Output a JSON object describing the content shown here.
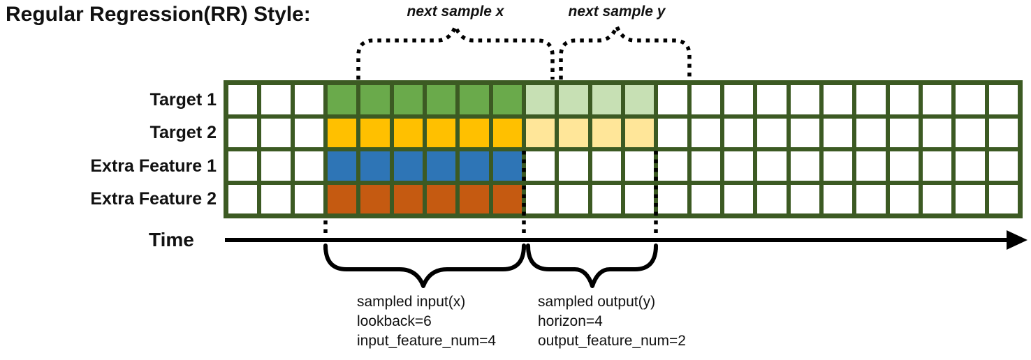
{
  "title": "Regular Regression(RR) Style:",
  "colors": {
    "grid_border": "#3c5a23",
    "empty": "#ffffff",
    "target1_input": "#6aaa4b",
    "target1_output": "#c7e0b4",
    "target2_input": "#ffc000",
    "target2_output": "#ffe699",
    "extra1_input": "#2e75b6",
    "extra2_input": "#c55a11"
  },
  "grid": {
    "columns": 24,
    "input_start_col": 4,
    "input_cols": 6,
    "output_cols": 4,
    "rows": [
      {
        "label": "Target 1",
        "input_color_key": "target1_input",
        "output_color_key": "target1_output"
      },
      {
        "label": "Target 2",
        "input_color_key": "target2_input",
        "output_color_key": "target2_output"
      },
      {
        "label": "Extra Feature 1",
        "input_color_key": "extra1_input",
        "output_color_key": null
      },
      {
        "label": "Extra Feature 2",
        "input_color_key": "extra2_input",
        "output_color_key": null
      }
    ]
  },
  "annotations": {
    "next_sample_x": "next sample x",
    "next_sample_y": "next sample y",
    "time_label": "Time",
    "input_block": [
      "sampled input(x)",
      "lookback=6",
      "input_feature_num=4"
    ],
    "output_block": [
      "sampled output(y)",
      "horizon=4",
      "output_feature_num=2"
    ]
  }
}
